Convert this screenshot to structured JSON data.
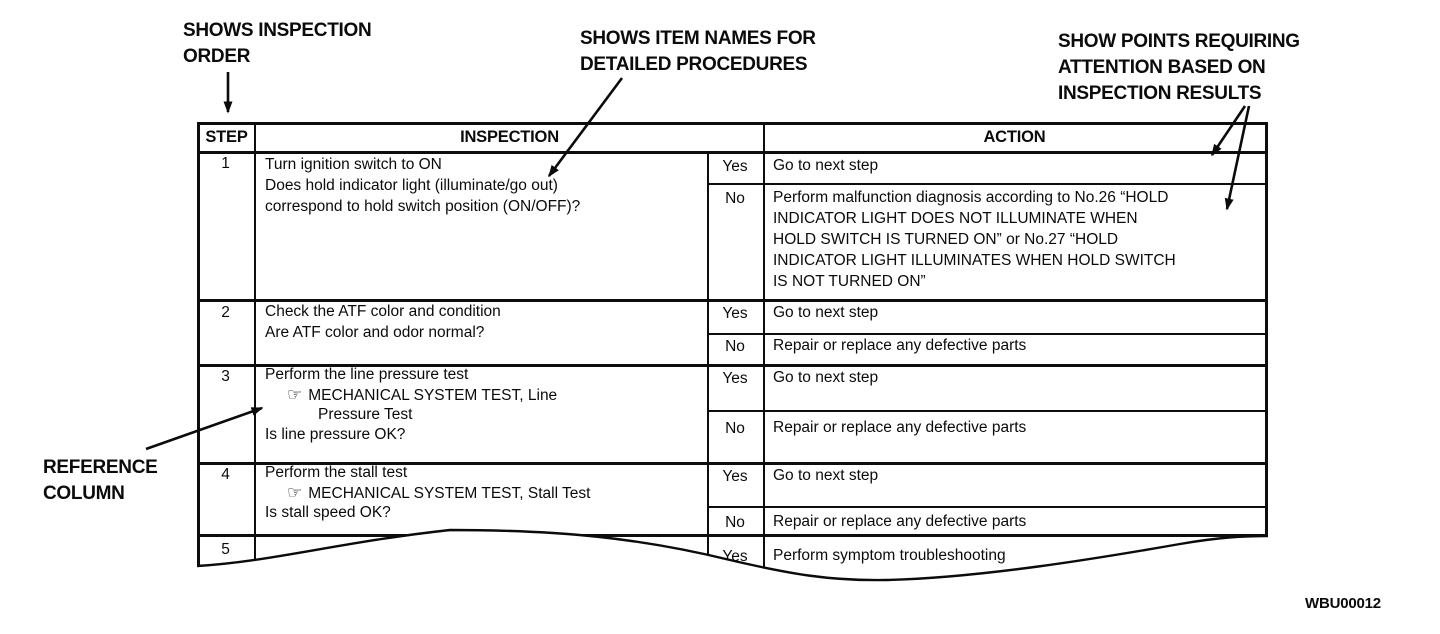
{
  "annotations": {
    "inspection_order": {
      "lines": [
        "SHOWS INSPECTION",
        "ORDER"
      ]
    },
    "item_names": {
      "lines": [
        "SHOWS ITEM NAMES FOR",
        "DETAILED PROCEDURES"
      ]
    },
    "attention_points": {
      "lines": [
        "SHOW POINTS REQUIRING",
        "ATTENTION BASED ON",
        "INSPECTION RESULTS"
      ]
    },
    "reference_column": {
      "lines": [
        "REFERENCE",
        "COLUMN"
      ]
    },
    "figure_code": "WBU00012"
  },
  "table": {
    "headers": {
      "step": "STEP",
      "inspection": "INSPECTION",
      "action": "ACTION"
    },
    "reference_icon": "☞",
    "rows": [
      {
        "step": "1",
        "inspection_lines": [
          "Turn ignition switch to ON",
          "Does hold indicator light (illuminate/go out)",
          "correspond to hold switch position (ON/OFF)?"
        ],
        "yes_label": "Yes",
        "no_label": "No",
        "yes_action": "Go to next step",
        "no_action_lines": [
          "Perform malfunction diagnosis according to No.26 “HOLD",
          "INDICATOR LIGHT DOES NOT ILLUMINATE WHEN",
          "HOLD SWITCH IS TURNED ON” or No.27 “HOLD",
          "INDICATOR LIGHT ILLUMINATES WHEN HOLD SWITCH",
          "IS NOT TURNED ON”"
        ]
      },
      {
        "step": "2",
        "inspection_lines": [
          "Check the ATF color and condition",
          "Are ATF color and odor normal?"
        ],
        "yes_label": "Yes",
        "no_label": "No",
        "yes_action": "Go to next step",
        "no_action": "Repair or replace any defective parts"
      },
      {
        "step": "3",
        "inspection_lines": [
          "Perform the line pressure test",
          "MECHANICAL SYSTEM TEST, Line",
          "Pressure Test",
          "Is line pressure OK?"
        ],
        "yes_label": "Yes",
        "no_label": "No",
        "yes_action": "Go to next step",
        "no_action": "Repair or replace any defective parts"
      },
      {
        "step": "4",
        "inspection_lines": [
          "Perform the stall test",
          "MECHANICAL SYSTEM TEST, Stall Test",
          "Is stall speed OK?"
        ],
        "yes_label": "Yes",
        "no_label": "No",
        "yes_action": "Go to next step",
        "no_action": "Repair or replace any defective parts"
      },
      {
        "step": "5",
        "yes_label": "Yes",
        "yes_action": "Perform symptom troubleshooting"
      }
    ]
  }
}
